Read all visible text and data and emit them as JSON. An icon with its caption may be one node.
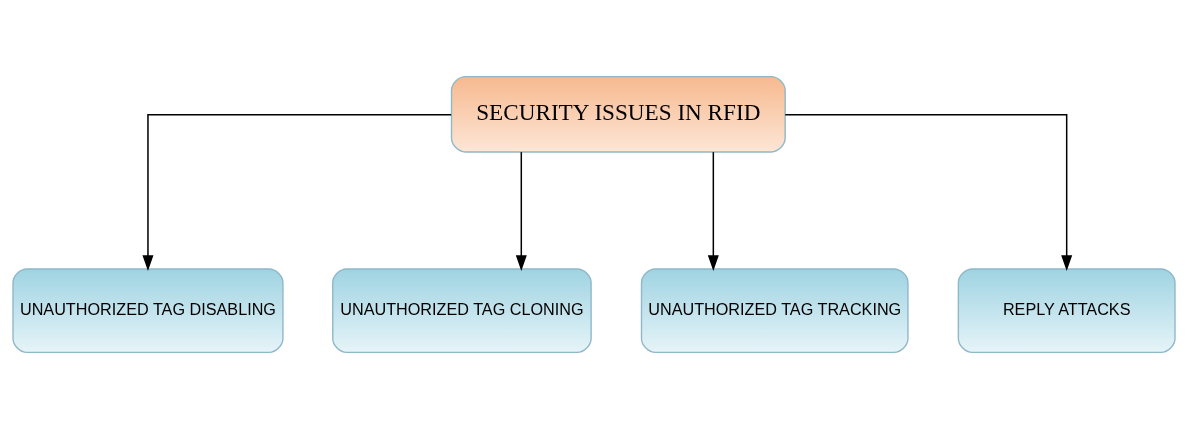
{
  "diagram": {
    "nodes": [
      {
        "text": [
          "SECURITY ISSUES IN RFID"
        ]
      },
      {
        "text": [
          "UNAUTHORIZED TAG DISABLING"
        ]
      },
      {
        "text": [
          "UNAUTHORIZED TAG CLONING"
        ]
      },
      {
        "text": [
          "UNAUTHORIZED TAG TRACKING"
        ]
      },
      {
        "text": [
          "REPLY ATTACKS"
        ]
      }
    ],
    "edges": [
      {
        "from": 0,
        "to": 1,
        "arrow": "to"
      },
      {
        "from": 0,
        "to": 2,
        "arrow": "to"
      },
      {
        "from": 0,
        "to": 3,
        "arrow": "to"
      },
      {
        "from": 0,
        "to": 4,
        "arrow": "to"
      }
    ]
  }
}
